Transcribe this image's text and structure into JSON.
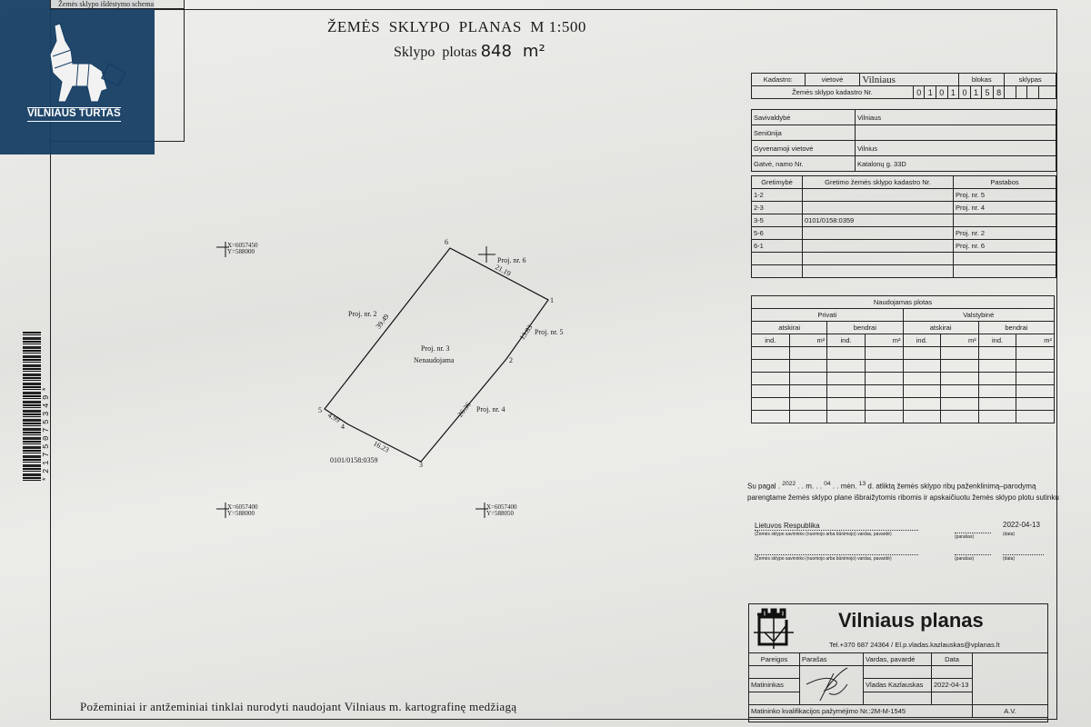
{
  "logo": {
    "text": "VILNIAUS TURTAS",
    "color": "#1c4a70"
  },
  "schema_box": {
    "title": "Žemės sklypo išdėstymo schema"
  },
  "header": {
    "title": "ŽEMĖS  SKLYPO  PLANAS",
    "scale": "M 1:500",
    "area_label": "Sklypo  plotas",
    "area_value": "848",
    "area_unit": "m²"
  },
  "barcode": "*2175075349*",
  "cadastre": {
    "kadastro": "Kadastro:",
    "vietove_label": "vietovė",
    "vietove": "Vilniaus",
    "blokas": "blokas",
    "sklypas": "sklypas",
    "nr_label": "Žemės sklypo kadastro Nr.",
    "digits": [
      "0",
      "1",
      "0",
      "1",
      "0",
      "1",
      "5",
      "8",
      "",
      "",
      "",
      ""
    ]
  },
  "address": {
    "rows": [
      [
        "Savivaldybė",
        "Vilniaus"
      ],
      [
        "Seniūnija",
        ""
      ],
      [
        "Gyvenamoji vietovė",
        "Vilnius"
      ],
      [
        "Gatvė, namo Nr.",
        "Katalonų g. 33D"
      ]
    ]
  },
  "neighbors": {
    "headers": [
      "Gretimybė",
      "Gretimo žemės sklypo kadastro Nr.",
      "Pastabos"
    ],
    "rows": [
      [
        "1-2",
        "",
        "Proj. nr. 5"
      ],
      [
        "2-3",
        "",
        "Proj. nr. 4"
      ],
      [
        "3-5",
        "0101/0158:0359",
        ""
      ],
      [
        "5-6",
        "",
        "Proj. nr. 2"
      ],
      [
        "6-1",
        "",
        "Proj. nr. 6"
      ],
      [
        "",
        "",
        ""
      ],
      [
        "",
        "",
        ""
      ]
    ]
  },
  "usage": {
    "title": "Naudojamas plotas",
    "privati": "Privati",
    "valstybine": "Valstybinė",
    "atskirai": "atskirai",
    "bendrai": "bendrai",
    "ind": "ind.",
    "m2": "m²",
    "empty_rows": 6
  },
  "plan": {
    "points": [
      "1",
      "2",
      "3",
      "4",
      "5",
      "6"
    ],
    "lengths": {
      "6-1": "21.19",
      "1-2": "13.83",
      "2-3": "26.36",
      "3-4": "16.23",
      "4-5": "4.99",
      "5-6": "39.49"
    },
    "labels": {
      "proj6": "Proj. nr. 6",
      "proj5": "Proj. nr. 5",
      "proj4": "Proj. nr. 4",
      "proj2": "Proj. nr. 2",
      "proj3": "Proj. nr. 3",
      "usage": "Nenaudojama",
      "neighbor": "0101/0158:0359"
    },
    "coords": [
      {
        "x": "X=6057450",
        "y": "Y=588000"
      },
      {
        "x": "X=6057400",
        "y": "Y=588000"
      },
      {
        "x": "X=6057400",
        "y": "Y=588050"
      }
    ]
  },
  "agreement": {
    "su_pagal": "Su pagal",
    "year": "2022",
    "m": "m.",
    "month": "04",
    "men": "mėn.",
    "day": "13",
    "rest": "d. atliktą žemės sklypo ribų paženklinimą–parodymą",
    "line2": "parengtame žemės sklypo plane išbraižytomis ribomis ir apskaičiuotu žemės sklypo plotu sutinku",
    "owner1": "Lietuvos Respublika",
    "date1": "2022-04-13",
    "owner_caption": "(Žemės sklypo savininko (nuomojo arba būnimojo) vardas, pavardė)",
    "sign_caption": "(parašas)",
    "date_caption": "(data)"
  },
  "company": {
    "name": "Vilniaus planas",
    "contact": "Tel.+370  687  24364  /  El.p.vladas.kazlauskas@vplanas.lt",
    "headers": [
      "Pareigos",
      "Parašas",
      "Vardas, pavardė",
      "Data"
    ],
    "role": "Matininkas",
    "person": "Vladas Kazlauskas",
    "date": "2022-04-13",
    "cert": "Matininko kvalifikacijos pažymėjimo Nr.:2M-M-1545",
    "av": "A.V."
  },
  "footer": {
    "note": "Požeminiai ir antžeminiai tinklai nurodyti naudojant Vilniaus m. kartografinę medžiagą"
  }
}
